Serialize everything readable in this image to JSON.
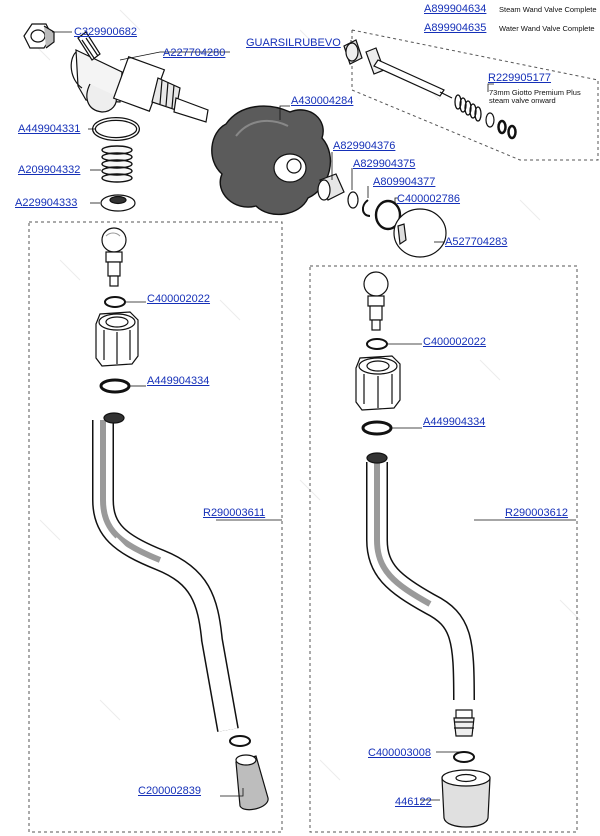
{
  "top_right": {
    "items": [
      {
        "code": "A899904634",
        "desc": "Steam Wand Valve Complete"
      },
      {
        "code": "A899904635",
        "desc": "Water Wand Valve Complete"
      }
    ]
  },
  "labels": {
    "c329900682": "C329900682",
    "a227704280": "A227704280",
    "a449904331": "A449904331",
    "a209904332": "A209904332",
    "a229904333": "A229904333",
    "a430004284": "A430004284",
    "guarsilrubevo": "GUARSILRUBEVO",
    "r229905177": "R229905177",
    "a829904376": "A829904376",
    "a829904375": "A829904375",
    "a809904377": "A809904377",
    "c400002786": "C400002786",
    "a527704283": "A527704283",
    "c400002022_left": "C400002022",
    "a449904334_left": "A449904334",
    "r290003611": "R290003611",
    "c200002839": "C200002839",
    "c400002022_right": "C400002022",
    "a449904334_right": "A449904334",
    "r290003612": "R290003612",
    "c400003008": "C400003008",
    "p446122": "446122"
  },
  "notes": {
    "glotto_line1": "73mm Giotto Premium Plus",
    "glotto_line2": "steam valve onward"
  }
}
